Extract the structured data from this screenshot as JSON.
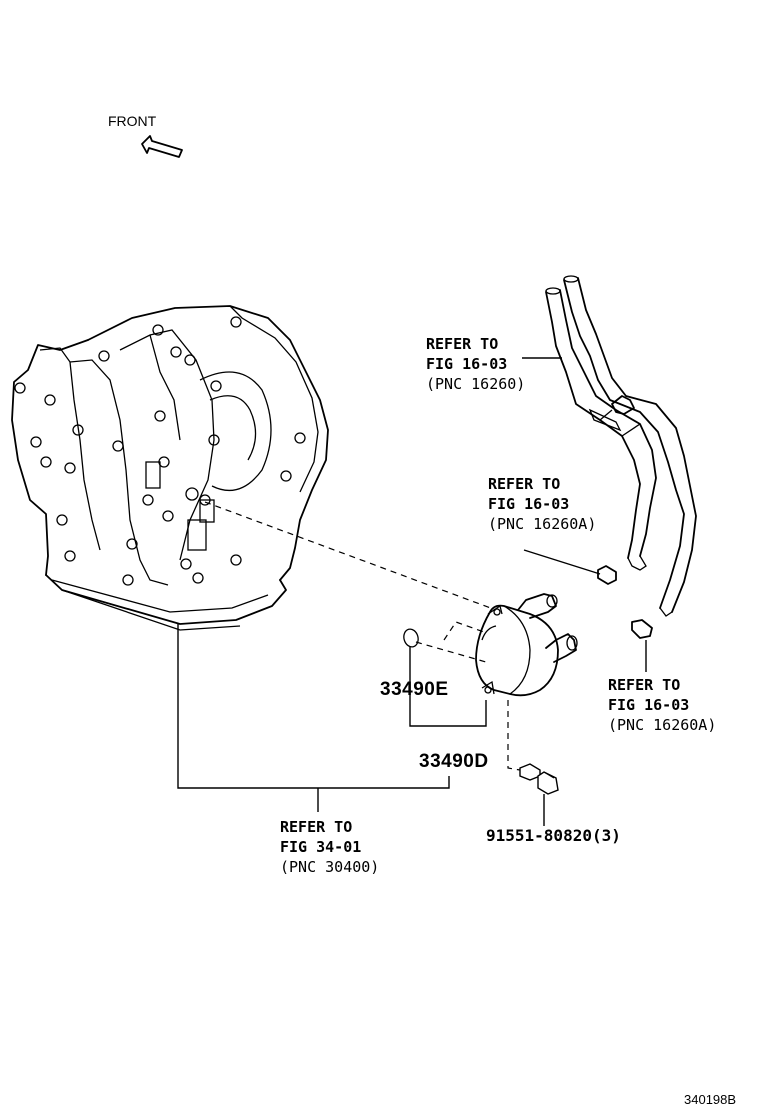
{
  "front_label": "FRONT",
  "figure_id": "340198B",
  "callouts": {
    "hose_upper": {
      "line1": "REFER TO",
      "line2": "FIG 16-03",
      "line3": "(PNC 16260)"
    },
    "clamp_middle": {
      "line1": "REFER TO",
      "line2": "FIG 16-03",
      "line3": "(PNC 16260A)"
    },
    "clamp_lower": {
      "line1": "REFER TO",
      "line2": "FIG 16-03",
      "line3": "(PNC 16260A)"
    },
    "transaxle": {
      "line1": "REFER TO",
      "line2": "FIG 34-01",
      "line3": "(PNC 30400)"
    }
  },
  "parts": {
    "o_ring": "33490E",
    "oil_cooler": "33490D",
    "bolt": "91551-80820(3)"
  }
}
